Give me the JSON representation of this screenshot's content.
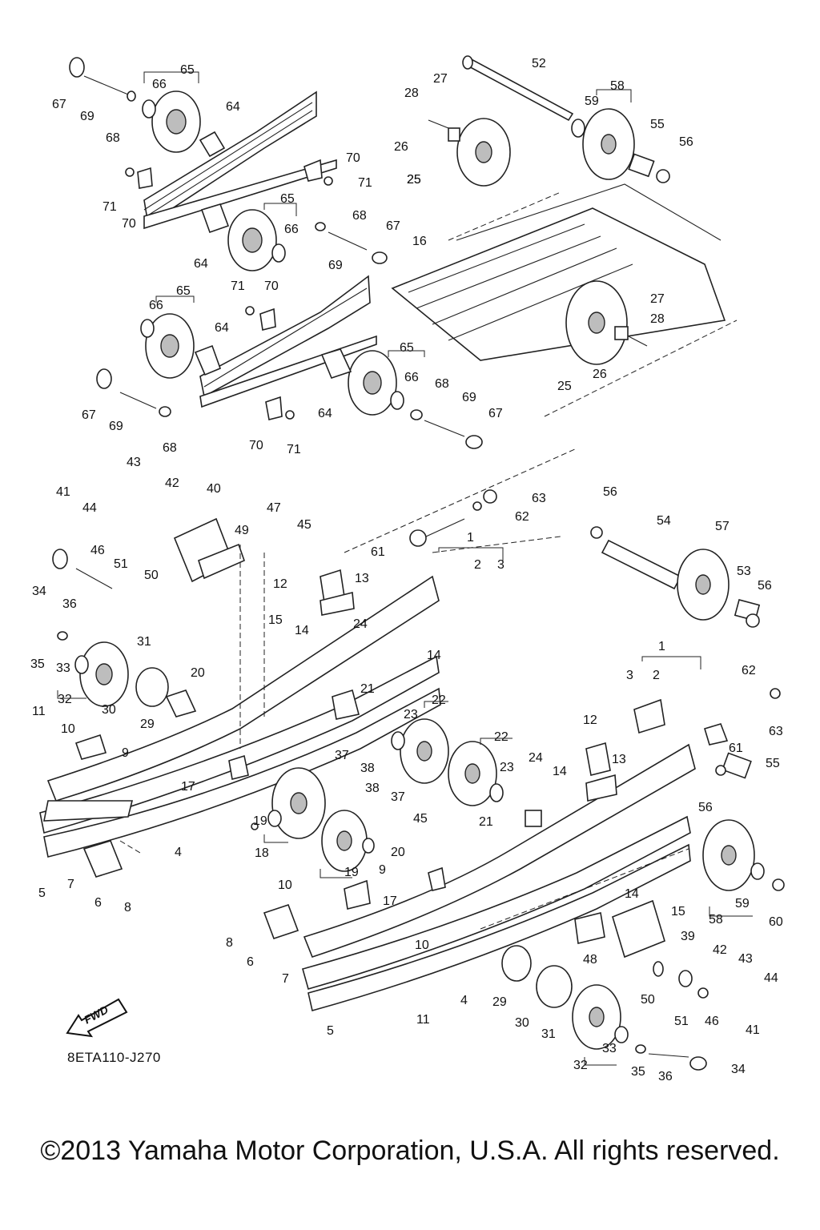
{
  "diagram": {
    "code": "8ETA110-J270",
    "fwd_label": "FWD",
    "copyright": "©2013 Yamaha Motor Corporation, U.S.A. All rights reserved.",
    "callouts": [
      "67",
      "66",
      "65",
      "69",
      "68",
      "64",
      "70",
      "71",
      "71",
      "70",
      "65",
      "68",
      "66",
      "67",
      "64",
      "69",
      "16",
      "52",
      "27",
      "28",
      "59",
      "58",
      "26",
      "55",
      "56",
      "25",
      "71",
      "70",
      "65",
      "66",
      "64",
      "27",
      "28",
      "67",
      "69",
      "68",
      "64",
      "65",
      "66",
      "68",
      "69",
      "67",
      "26",
      "25",
      "25",
      "70",
      "71",
      "43",
      "41",
      "42",
      "44",
      "40",
      "63",
      "62",
      "46",
      "51",
      "50",
      "49",
      "47",
      "45",
      "56",
      "54",
      "57",
      "61",
      "1",
      "2",
      "3",
      "34",
      "36",
      "12",
      "13",
      "53",
      "56",
      "35",
      "33",
      "31",
      "15",
      "14",
      "24",
      "32",
      "30",
      "20",
      "14",
      "29",
      "21",
      "11",
      "10",
      "9",
      "17",
      "37",
      "38",
      "23",
      "22",
      "22",
      "23",
      "4",
      "19",
      "38",
      "37",
      "24",
      "18",
      "19",
      "45",
      "21",
      "5",
      "7",
      "6",
      "8",
      "20",
      "9",
      "17",
      "10",
      "8",
      "6",
      "7",
      "10",
      "1",
      "3",
      "2",
      "62",
      "63",
      "12",
      "13",
      "61",
      "14",
      "55",
      "56",
      "14",
      "15",
      "58",
      "59",
      "60",
      "39",
      "48",
      "42",
      "43",
      "44",
      "29",
      "30",
      "31",
      "50",
      "51",
      "46",
      "41",
      "11",
      "4",
      "5",
      "32",
      "33",
      "35",
      "36",
      "34"
    ]
  }
}
